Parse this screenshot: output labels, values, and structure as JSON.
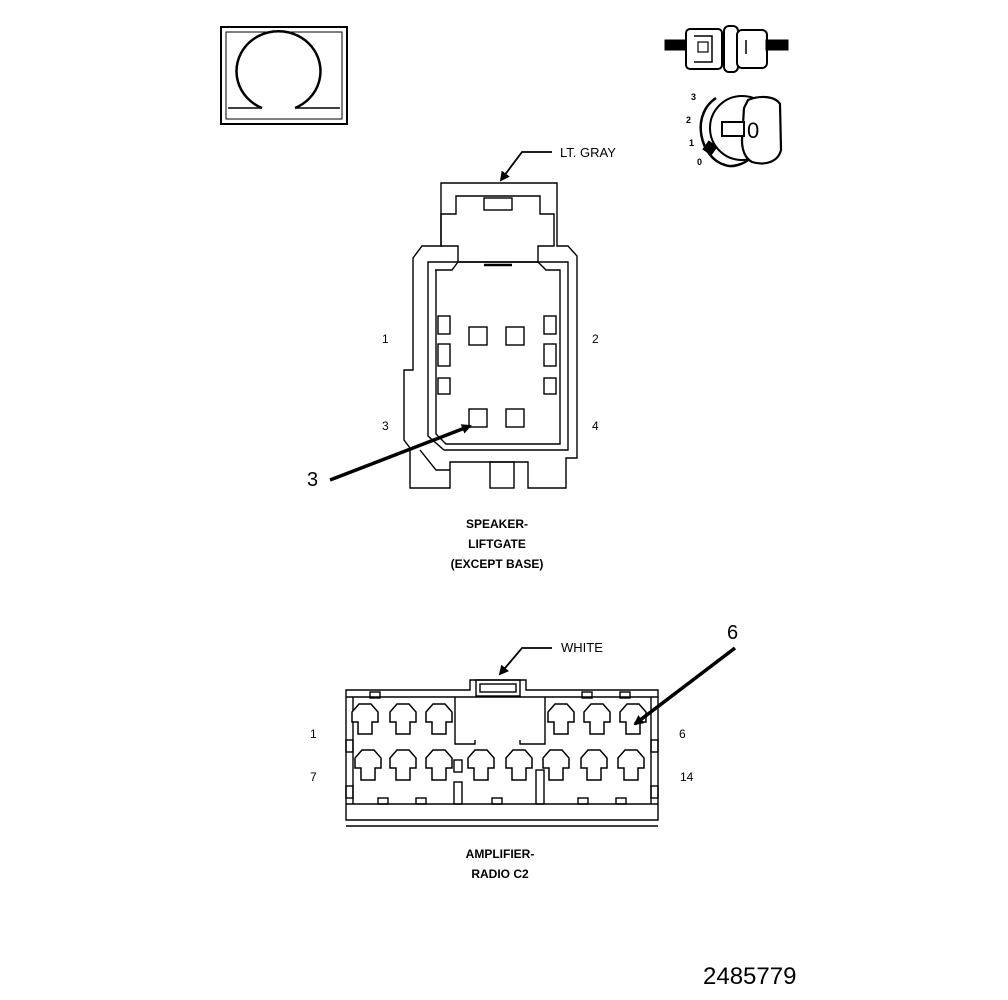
{
  "legend": {
    "icons": [
      "ohm-meter-icon",
      "in-line-connector-icon",
      "ignition-key-switch-icon"
    ],
    "ignition_positions": [
      "3",
      "2",
      "1",
      "0"
    ],
    "key_label": "0"
  },
  "speaker_connector": {
    "color_callout": "LT. GRAY",
    "pin_labels": {
      "p1": "1",
      "p2": "2",
      "p3": "3",
      "p4": "4"
    },
    "callout_number": "3",
    "caption": [
      "SPEAKER-",
      "LIFTGATE",
      "(EXCEPT BASE)"
    ]
  },
  "amplifier_connector": {
    "color_callout": "WHITE",
    "pin_labels": {
      "p1": "1",
      "p6": "6",
      "p7": "7",
      "p14": "14"
    },
    "callout_number": "6",
    "caption": [
      "AMPLIFIER-",
      "RADIO C2"
    ]
  },
  "document_id": "2485779"
}
